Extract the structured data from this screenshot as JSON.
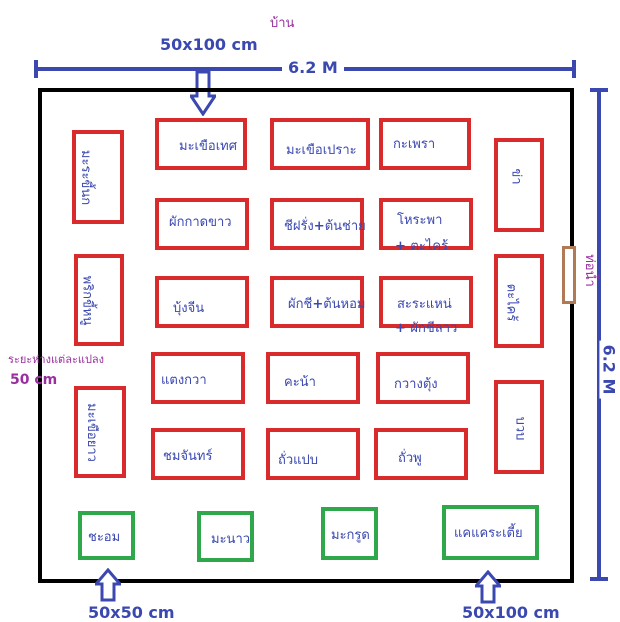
{
  "labels": {
    "house": "บ้าน",
    "top_size": "50x100 cm",
    "width": "6.2 M",
    "height": "6.2 M",
    "water_pipe": "ท่อน้ำ",
    "spacing_note": "ระยะห่างแต่ละแปลง",
    "spacing_value": "50 cm",
    "bottom_left_size": "50x50 cm",
    "bottom_right_size": "50x100 cm"
  },
  "beds_vertical": {
    "left_1": "มะระขี้นก",
    "left_2": "พริกขี้หนู",
    "left_3": "มะเขือยาว",
    "right_1": "ข่า",
    "right_2": "ตะไคร้",
    "right_3": "บวบ"
  },
  "beds_grid": {
    "r1c1": "มะเขือเทศ",
    "r1c2": "มะเขือเปราะ",
    "r1c3": "กะเพรา",
    "r2c1": "ผักกาดขาว",
    "r2c2a": "ชีฝรั่ง",
    "r2c2b": "ต้นช่าย",
    "r2c3a": "โหระพา",
    "r2c3b": "ตะไคร้",
    "r3c1": "บุ้งจีน",
    "r3c2a": "ผักชี",
    "r3c2b": "ต้นหอม",
    "r3c3a": "สะระแหน่",
    "r3c3b": "ผักชีลาว",
    "r4c1": "แตงกวา",
    "r4c2": "คะน้า",
    "r4c3": "กวางตุ้ง",
    "r5c1": "ชมจันทร์",
    "r5c2": "ถั่วแปบ",
    "r5c3": "ถั่วพู"
  },
  "beds_green": {
    "g1": "ชะอม",
    "g2": "มะนาว",
    "g3": "มะกรูด",
    "g4": "แคแคระเตี้ย"
  },
  "colors": {
    "red_bed": "#d92b2b",
    "green_bed": "#2ea84a",
    "label_blue": "#3a48b0",
    "note_purple": "#9a2f9f",
    "door_brown": "#b07a57"
  }
}
